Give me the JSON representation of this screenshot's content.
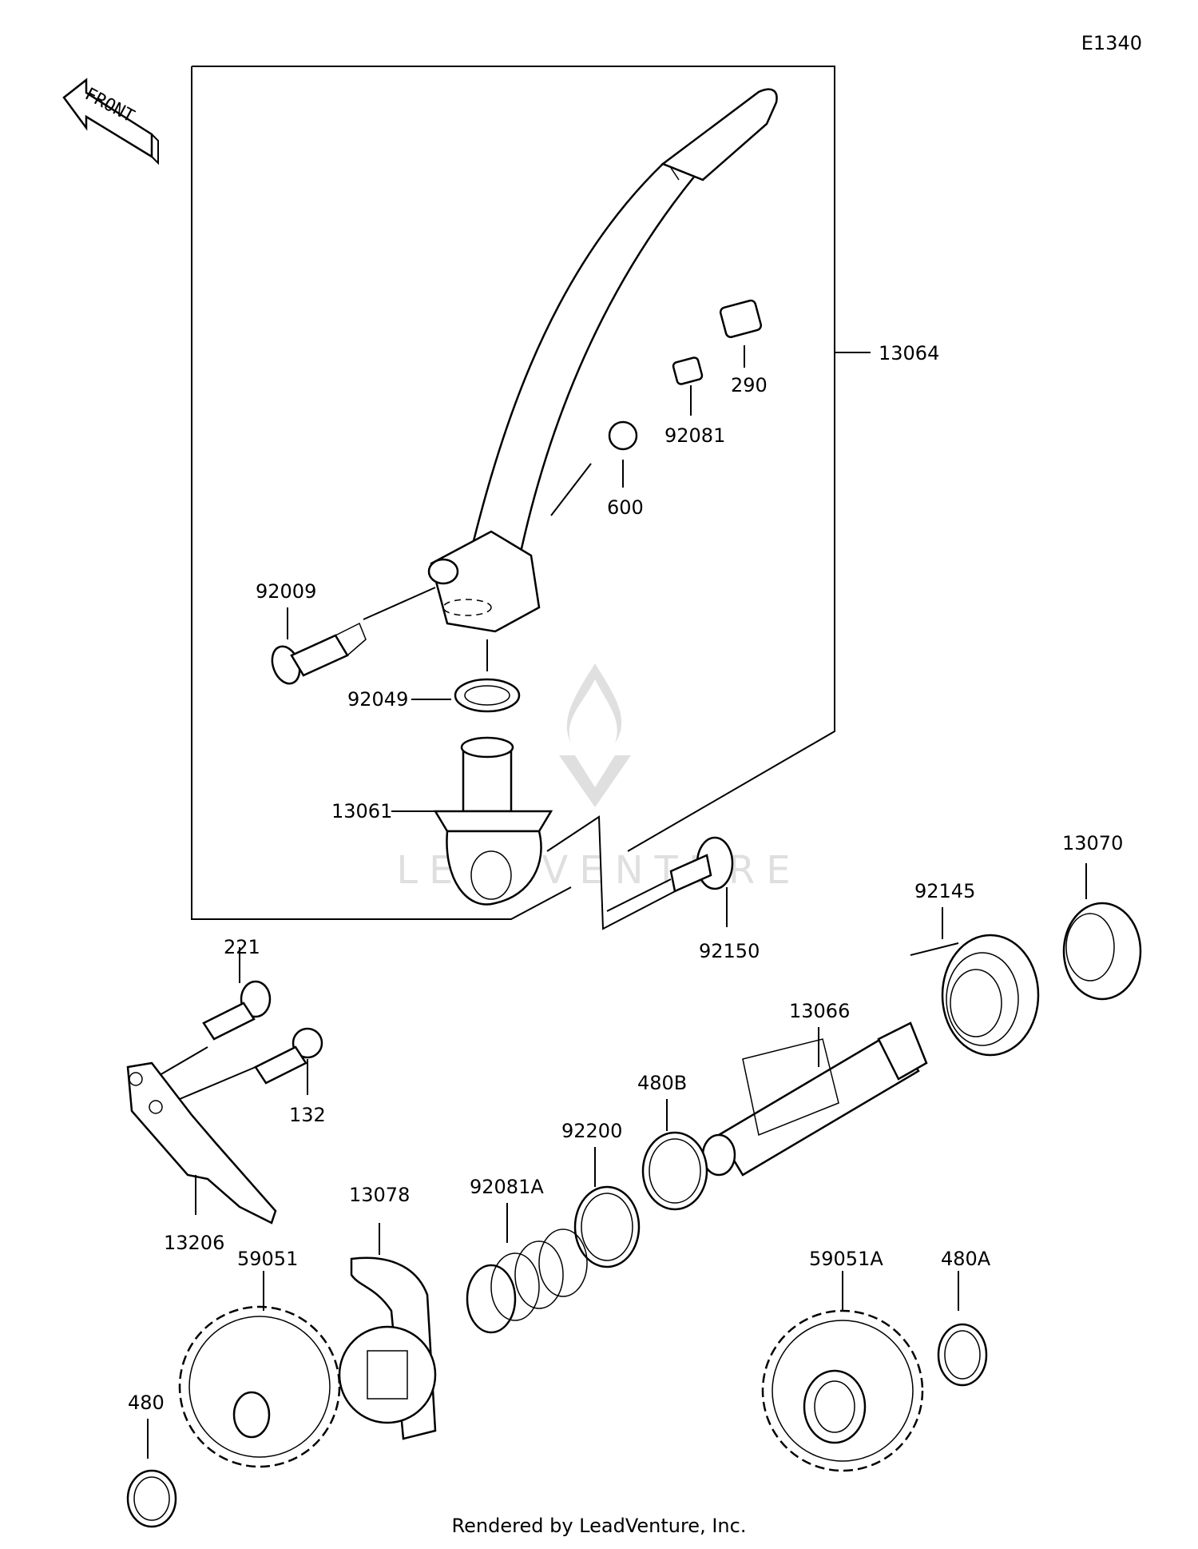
{
  "diagram_id": "E1340",
  "front_label": "FRONT",
  "watermark": "LEADVENTURE",
  "footer": "Rendered by LeadVenture, Inc.",
  "parts": {
    "p13064": "13064",
    "p290": "290",
    "p92081": "92081",
    "p600": "600",
    "p92009": "92009",
    "p92049": "92049",
    "p13061": "13061",
    "p92150": "92150",
    "p13070": "13070",
    "p92145": "92145",
    "p221": "221",
    "p132": "132",
    "p13066": "13066",
    "p480B": "480B",
    "p92200": "92200",
    "p13206": "13206",
    "p13078": "13078",
    "p92081A": "92081A",
    "p59051": "59051",
    "p59051A": "59051A",
    "p480A": "480A",
    "p480": "480"
  }
}
